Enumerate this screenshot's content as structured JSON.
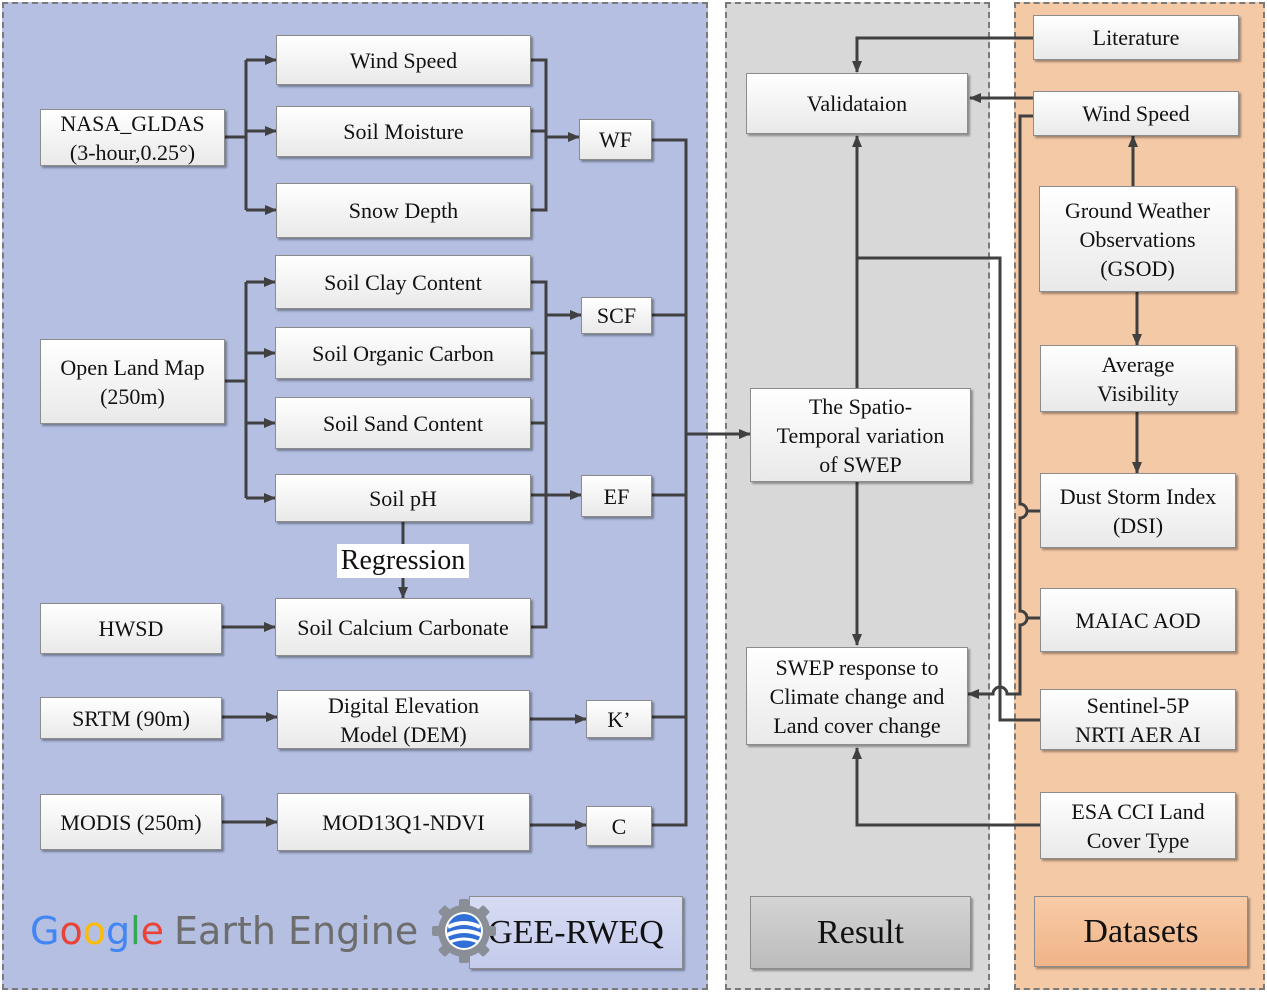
{
  "panels": {
    "gee": "GEE-RWEQ",
    "result": "Result",
    "datasets": "Datasets"
  },
  "sources": {
    "nasa": "NASA_GLDAS\n(3-hour,0.25°)",
    "olm": "Open Land Map\n(250m)",
    "hwsd": "HWSD",
    "srtm": "SRTM (90m)",
    "modis": "MODIS (250m)"
  },
  "variables": {
    "wind_speed": "Wind Speed",
    "soil_moisture": "Soil Moisture",
    "snow_depth": "Snow Depth",
    "clay": "Soil Clay Content",
    "organic_carbon": "Soil Organic Carbon",
    "sand": "Soil Sand Content",
    "ph": "Soil pH",
    "caco3": "Soil Calcium Carbonate",
    "dem": "Digital Elevation\nModel (DEM)",
    "ndvi": "MOD13Q1-NDVI"
  },
  "factors": {
    "wf": "WF",
    "scf": "SCF",
    "ef": "EF",
    "k": "K’",
    "c": "C"
  },
  "regression": "Regression",
  "result": {
    "validation": "Validataion",
    "variation": "The Spatio-\nTemporal variation\nof SWEP",
    "response": "SWEP response to\nClimate change and\nLand cover change"
  },
  "datasets": {
    "literature": "Literature",
    "wind_speed": "Wind Speed",
    "gsod": "Ground Weather\nObservations\n(GSOD)",
    "visibility": "Average\nVisibility",
    "dsi": "Dust Storm Index\n(DSI)",
    "maiac": "MAIAC AOD",
    "sentinel": "Sentinel-5P\nNRTI AER AI",
    "esa": "ESA CCI Land\nCover Type"
  },
  "logo": {
    "google_letters": [
      "G",
      "o",
      "o",
      "g",
      "l",
      "e"
    ],
    "google_colors": [
      "#4285F4",
      "#EA4335",
      "#FBBC05",
      "#4285F4",
      "#34A853",
      "#EA4335"
    ],
    "product": "Earth Engine",
    "icon": "earth-engine-gear-globe-icon"
  }
}
